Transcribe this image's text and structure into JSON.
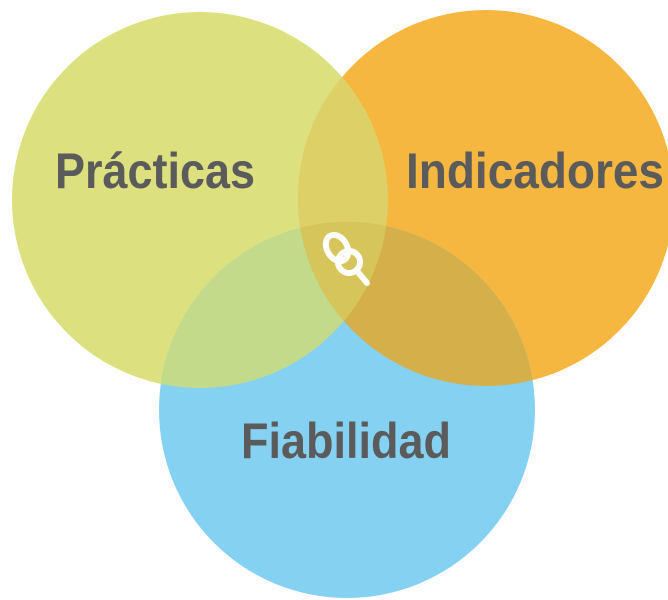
{
  "diagram": {
    "type": "venn",
    "sets": [
      {
        "id": "practicas",
        "label": "Prácticas",
        "color": "#dce07f"
      },
      {
        "id": "indicadores",
        "label": "Indicadores",
        "color": "#f5b73f"
      },
      {
        "id": "fiabilidad",
        "label": "Fiabilidad",
        "color": "#84d1f2"
      }
    ],
    "overlap_colors": {
      "practicas_indicadores": "#ddd066",
      "practicas_fiabilidad": "#c3da8a",
      "indicadores_fiabilidad": "#d5af4a",
      "center": "#d6c55a"
    },
    "center_icon": "rings-magnifier-icon"
  }
}
